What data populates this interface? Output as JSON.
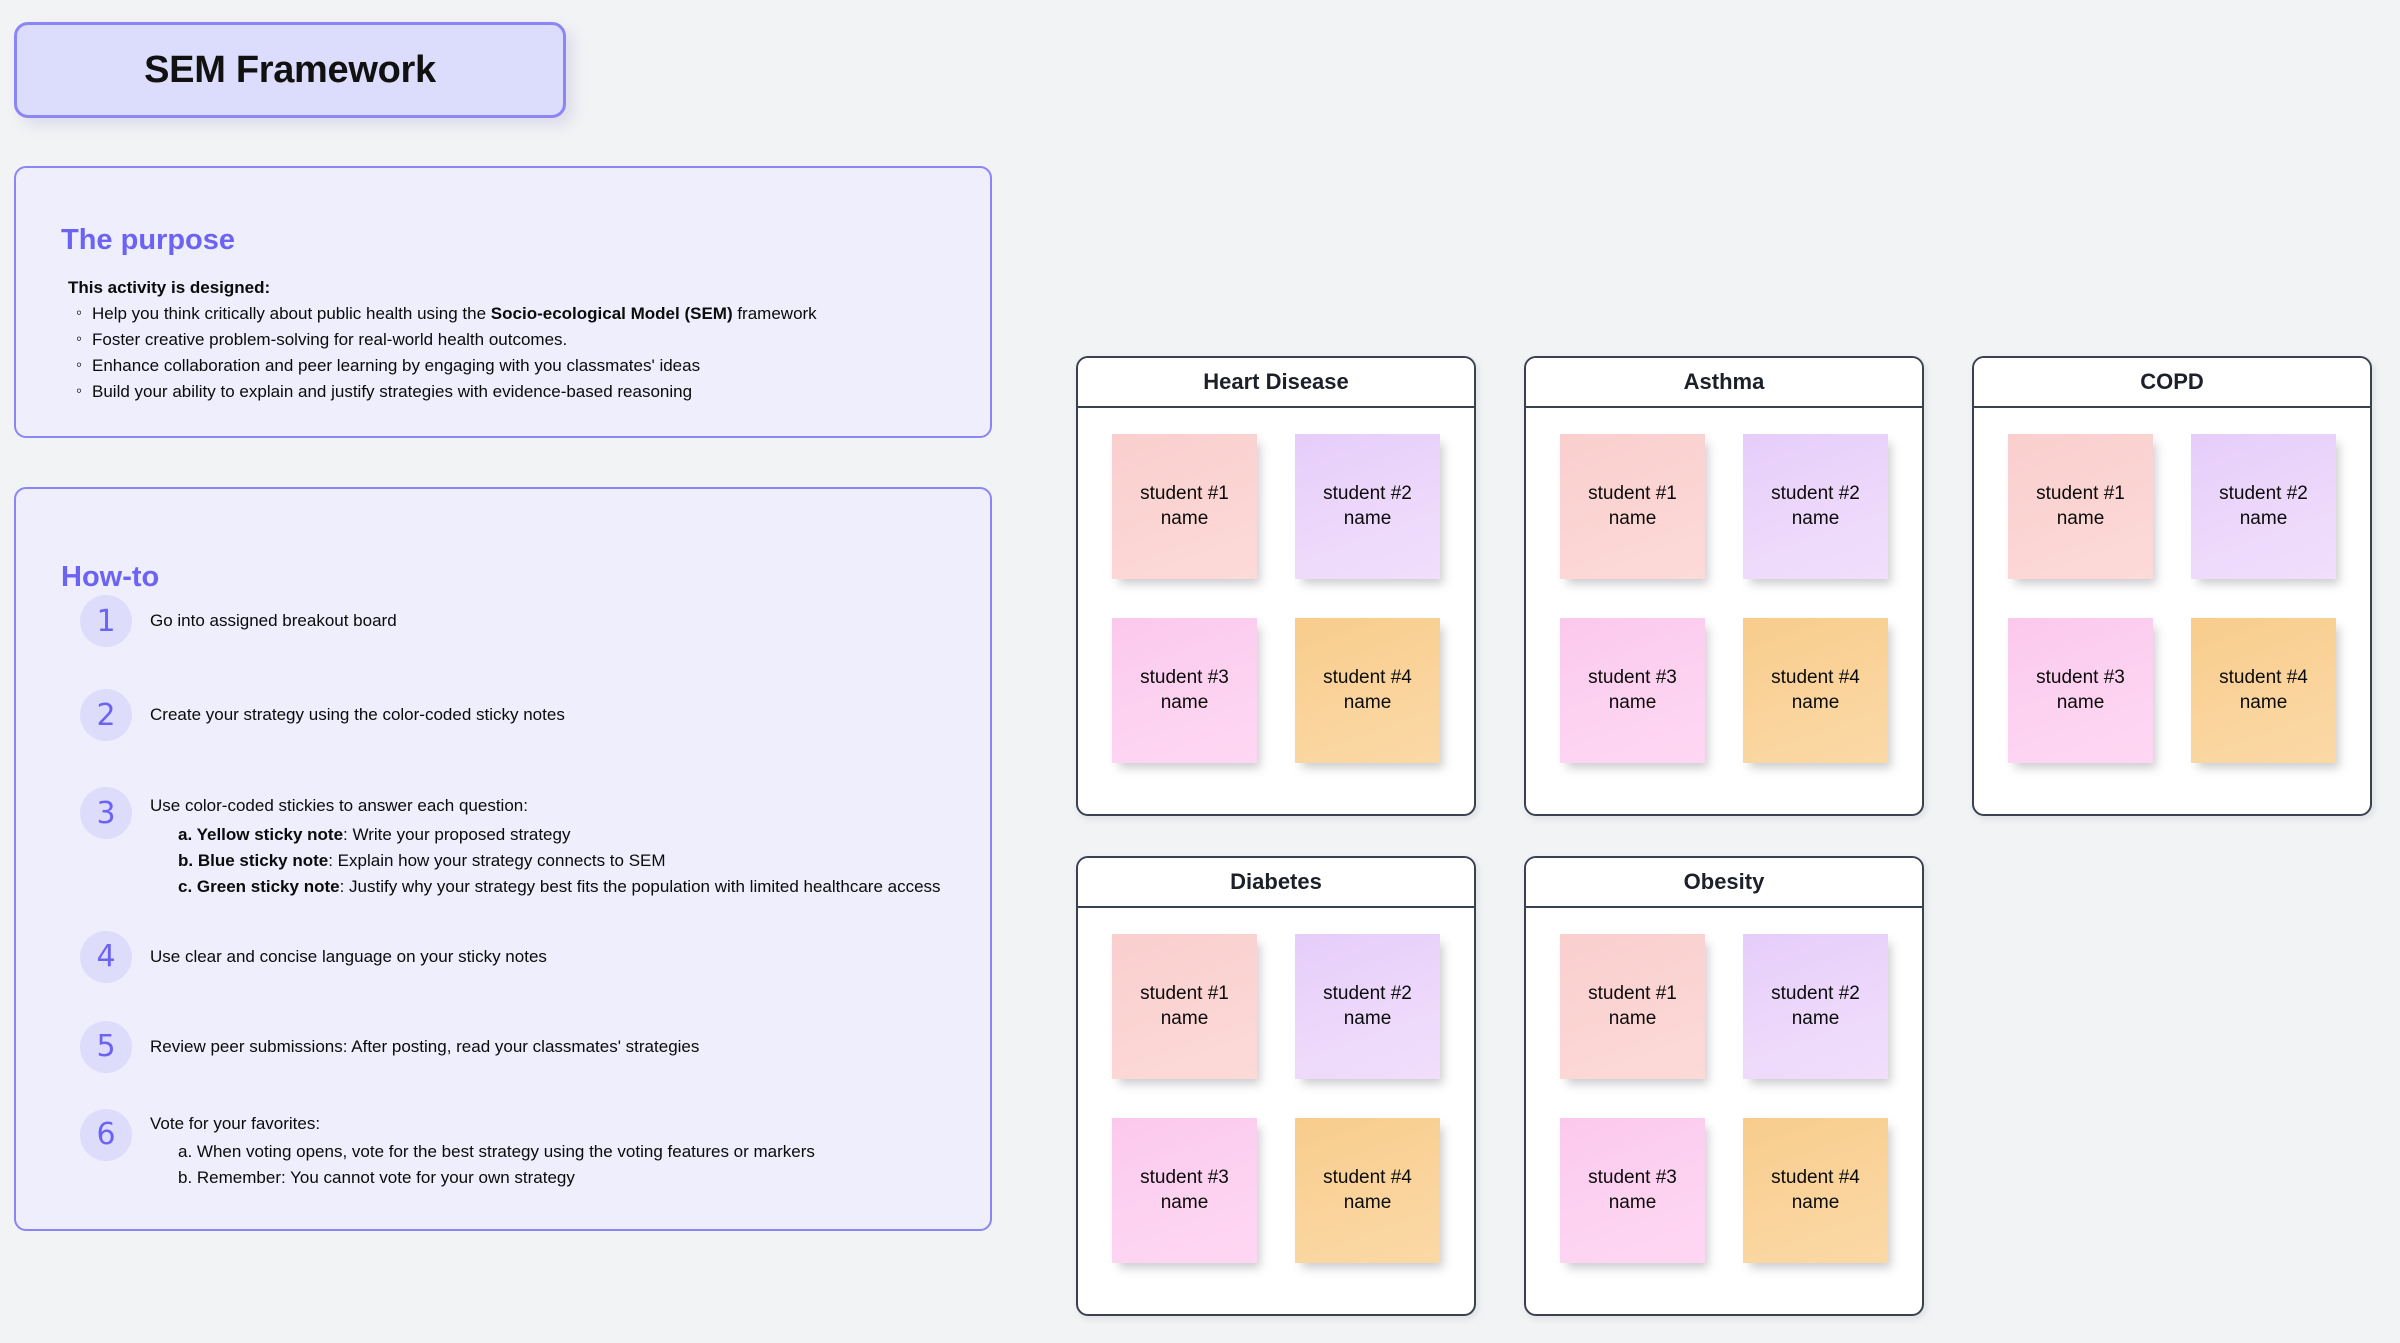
{
  "title_card": {
    "text": "SEM Framework"
  },
  "purpose": {
    "heading": "The purpose",
    "lead": "This activity is designed:",
    "bullets": [
      {
        "pre": "Help you think critically about public health using the ",
        "bold": "Socio-ecological Model (SEM)",
        "post": " framework"
      },
      {
        "pre": "Foster creative problem-solving for real-world health outcomes.",
        "bold": "",
        "post": ""
      },
      {
        "pre": "Enhance collaboration and peer learning by engaging with you classmates' ideas",
        "bold": "",
        "post": ""
      },
      {
        "pre": "Build your ability  to explain and justify strategies with evidence-based reasoning",
        "bold": "",
        "post": ""
      }
    ]
  },
  "howto": {
    "heading": "How-to",
    "steps": [
      {
        "number": "1",
        "text": "Go into assigned breakout board",
        "sub": []
      },
      {
        "number": "2",
        "text": "Create your strategy using the color-coded sticky notes",
        "sub": []
      },
      {
        "number": "3",
        "text": "Use color-coded stickies to answer each question:",
        "sub": [
          {
            "marker": "a. ",
            "label": "Yellow sticky note",
            "rest": ": Write your proposed strategy"
          },
          {
            "marker": "b. ",
            "label": "Blue sticky note",
            "rest": ": Explain how your strategy connects to SEM"
          },
          {
            "marker": "c. ",
            "label": "Green sticky note",
            "rest": ": Justify why your strategy best fits the population with limited healthcare access"
          }
        ]
      },
      {
        "number": "4",
        "text": "Use clear and concise language on your sticky notes",
        "sub": []
      },
      {
        "number": "5",
        "text": "Review peer submissions: After posting, read your classmates' strategies",
        "sub": []
      },
      {
        "number": "6",
        "text": "Vote for your favorites:",
        "sub": [
          {
            "marker": "a. ",
            "label": "",
            "rest": "When voting opens, vote for the best strategy using the voting features or markers"
          },
          {
            "marker": "b. ",
            "label": "",
            "rest": "Remember: You cannot vote for your own strategy"
          }
        ]
      }
    ]
  },
  "cards": [
    {
      "title": "Heart Disease",
      "notes": [
        {
          "line1": "student #1",
          "line2": "name",
          "color": "salmon"
        },
        {
          "line1": "student #2",
          "line2": "name",
          "color": "lilac"
        },
        {
          "line1": "student #3",
          "line2": "name",
          "color": "pink"
        },
        {
          "line1": "student #4",
          "line2": "name",
          "color": "orange"
        }
      ]
    },
    {
      "title": "Asthma",
      "notes": [
        {
          "line1": "student #1",
          "line2": "name",
          "color": "salmon"
        },
        {
          "line1": "student #2",
          "line2": "name",
          "color": "lilac"
        },
        {
          "line1": "student #3",
          "line2": "name",
          "color": "pink"
        },
        {
          "line1": "student #4",
          "line2": "name",
          "color": "orange"
        }
      ]
    },
    {
      "title": "COPD",
      "notes": [
        {
          "line1": "student #1",
          "line2": "name",
          "color": "salmon"
        },
        {
          "line1": "student #2",
          "line2": "name",
          "color": "lilac"
        },
        {
          "line1": "student #3",
          "line2": "name",
          "color": "pink"
        },
        {
          "line1": "student #4",
          "line2": "name",
          "color": "orange"
        }
      ]
    },
    {
      "title": "Diabetes",
      "notes": [
        {
          "line1": "student #1",
          "line2": "name",
          "color": "salmon"
        },
        {
          "line1": "student #2",
          "line2": "name",
          "color": "lilac"
        },
        {
          "line1": "student #3",
          "line2": "name",
          "color": "pink"
        },
        {
          "line1": "student #4",
          "line2": "name",
          "color": "orange"
        }
      ]
    },
    {
      "title": "Obesity",
      "notes": [
        {
          "line1": "student #1",
          "line2": "name",
          "color": "salmon"
        },
        {
          "line1": "student #2",
          "line2": "name",
          "color": "lilac"
        },
        {
          "line1": "student #3",
          "line2": "name",
          "color": "pink"
        },
        {
          "line1": "student #4",
          "line2": "name",
          "color": "orange"
        }
      ]
    }
  ],
  "colors": {
    "accent_purple": "#6c63f5",
    "panel_bg": "#eeeefc",
    "panel_border": "#8b85f5",
    "title_bg": "#dcdcfc",
    "canvas_bg": "#f2f3f5",
    "card_border": "#3a4150",
    "sticky_salmon": "#fbd5d3",
    "sticky_lilac": "#edd8fb",
    "sticky_pink": "#fdd2f1",
    "sticky_orange": "#fad49c"
  }
}
